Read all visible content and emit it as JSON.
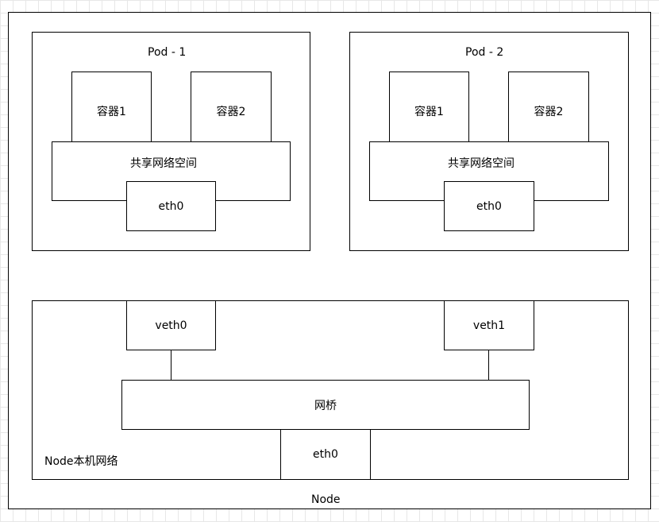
{
  "node": {
    "label": "Node",
    "pods": [
      {
        "title": "Pod - 1",
        "containers": [
          "容器1",
          "容器2"
        ],
        "shared_namespace": "共享网络空间",
        "eth": "eth0"
      },
      {
        "title": "Pod - 2",
        "containers": [
          "容器1",
          "容器2"
        ],
        "shared_namespace": "共享网络空间",
        "eth": "eth0"
      }
    ],
    "network": {
      "label": "Node本机网络",
      "veths": [
        "veth0",
        "veth1"
      ],
      "bridge": "网桥",
      "eth": "eth0"
    }
  }
}
